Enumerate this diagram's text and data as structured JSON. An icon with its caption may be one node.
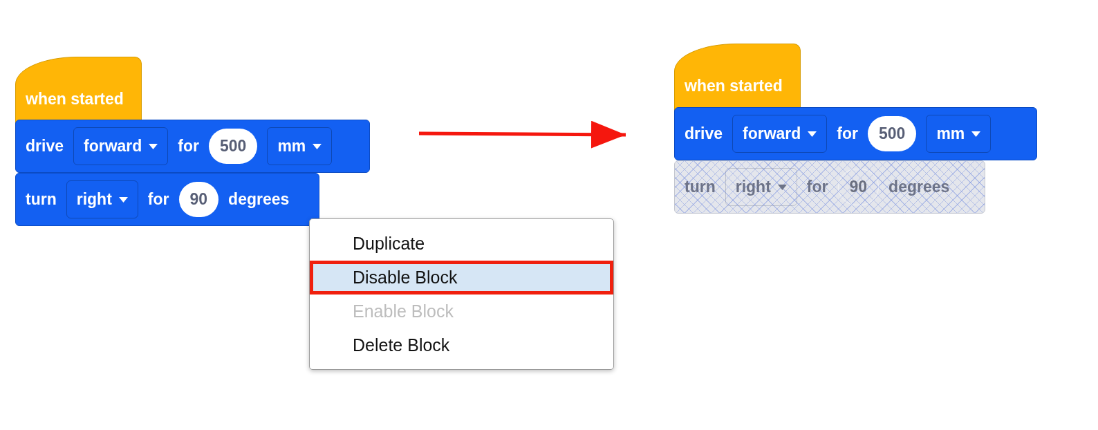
{
  "diagram": {
    "nodes": [
      {
        "text": [],
        "shape": "picture"
      },
      {
        "text": [
          "when started"
        ],
        "in": 0
      },
      {
        "text": [
          "drive",
          "forward",
          "for",
          "500",
          "mm"
        ],
        "in": 0
      },
      {
        "text": [
          "turn",
          "right",
          "for",
          "90",
          "degrees"
        ],
        "in": 0
      },
      {
        "text": [
          "Duplicate",
          "Disable Block",
          "Enable Block",
          "Delete Block"
        ]
      },
      {
        "text": [],
        "shape": "picture"
      },
      {
        "text": [
          "when started"
        ],
        "in": 5
      },
      {
        "text": [
          "drive",
          "forward",
          "for",
          "500",
          "mm"
        ],
        "in": 5
      },
      {
        "text": [
          "turn",
          "right",
          "for",
          "90",
          "degrees"
        ],
        "in": 5
      }
    ],
    "edges": [
      {
        "from": 0,
        "to": 5,
        "arrow": "to"
      }
    ]
  }
}
